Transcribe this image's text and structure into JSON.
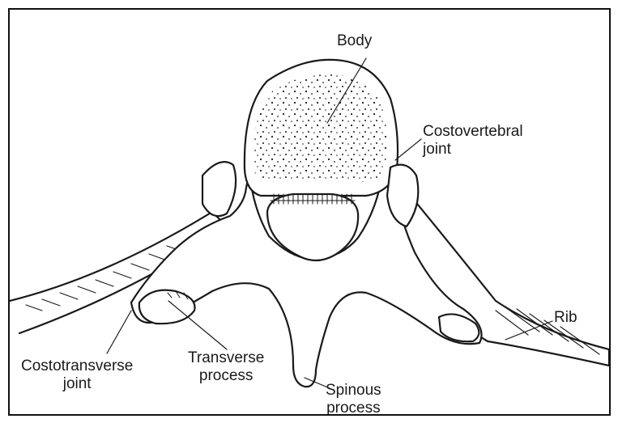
{
  "diagram": {
    "labels": {
      "body": "Body",
      "costovertebral_joint": [
        "Costovertebral",
        "joint"
      ],
      "rib": "Rib",
      "costotransverse_joint": [
        "Costotransverse",
        "joint"
      ],
      "transverse_process": [
        "Transverse",
        "process"
      ],
      "spinous_process": [
        "Spinous",
        "process"
      ]
    },
    "colors": {
      "ink": "#1a1a1a",
      "bone_fill": "#ffffff",
      "frame": "#111111"
    }
  }
}
